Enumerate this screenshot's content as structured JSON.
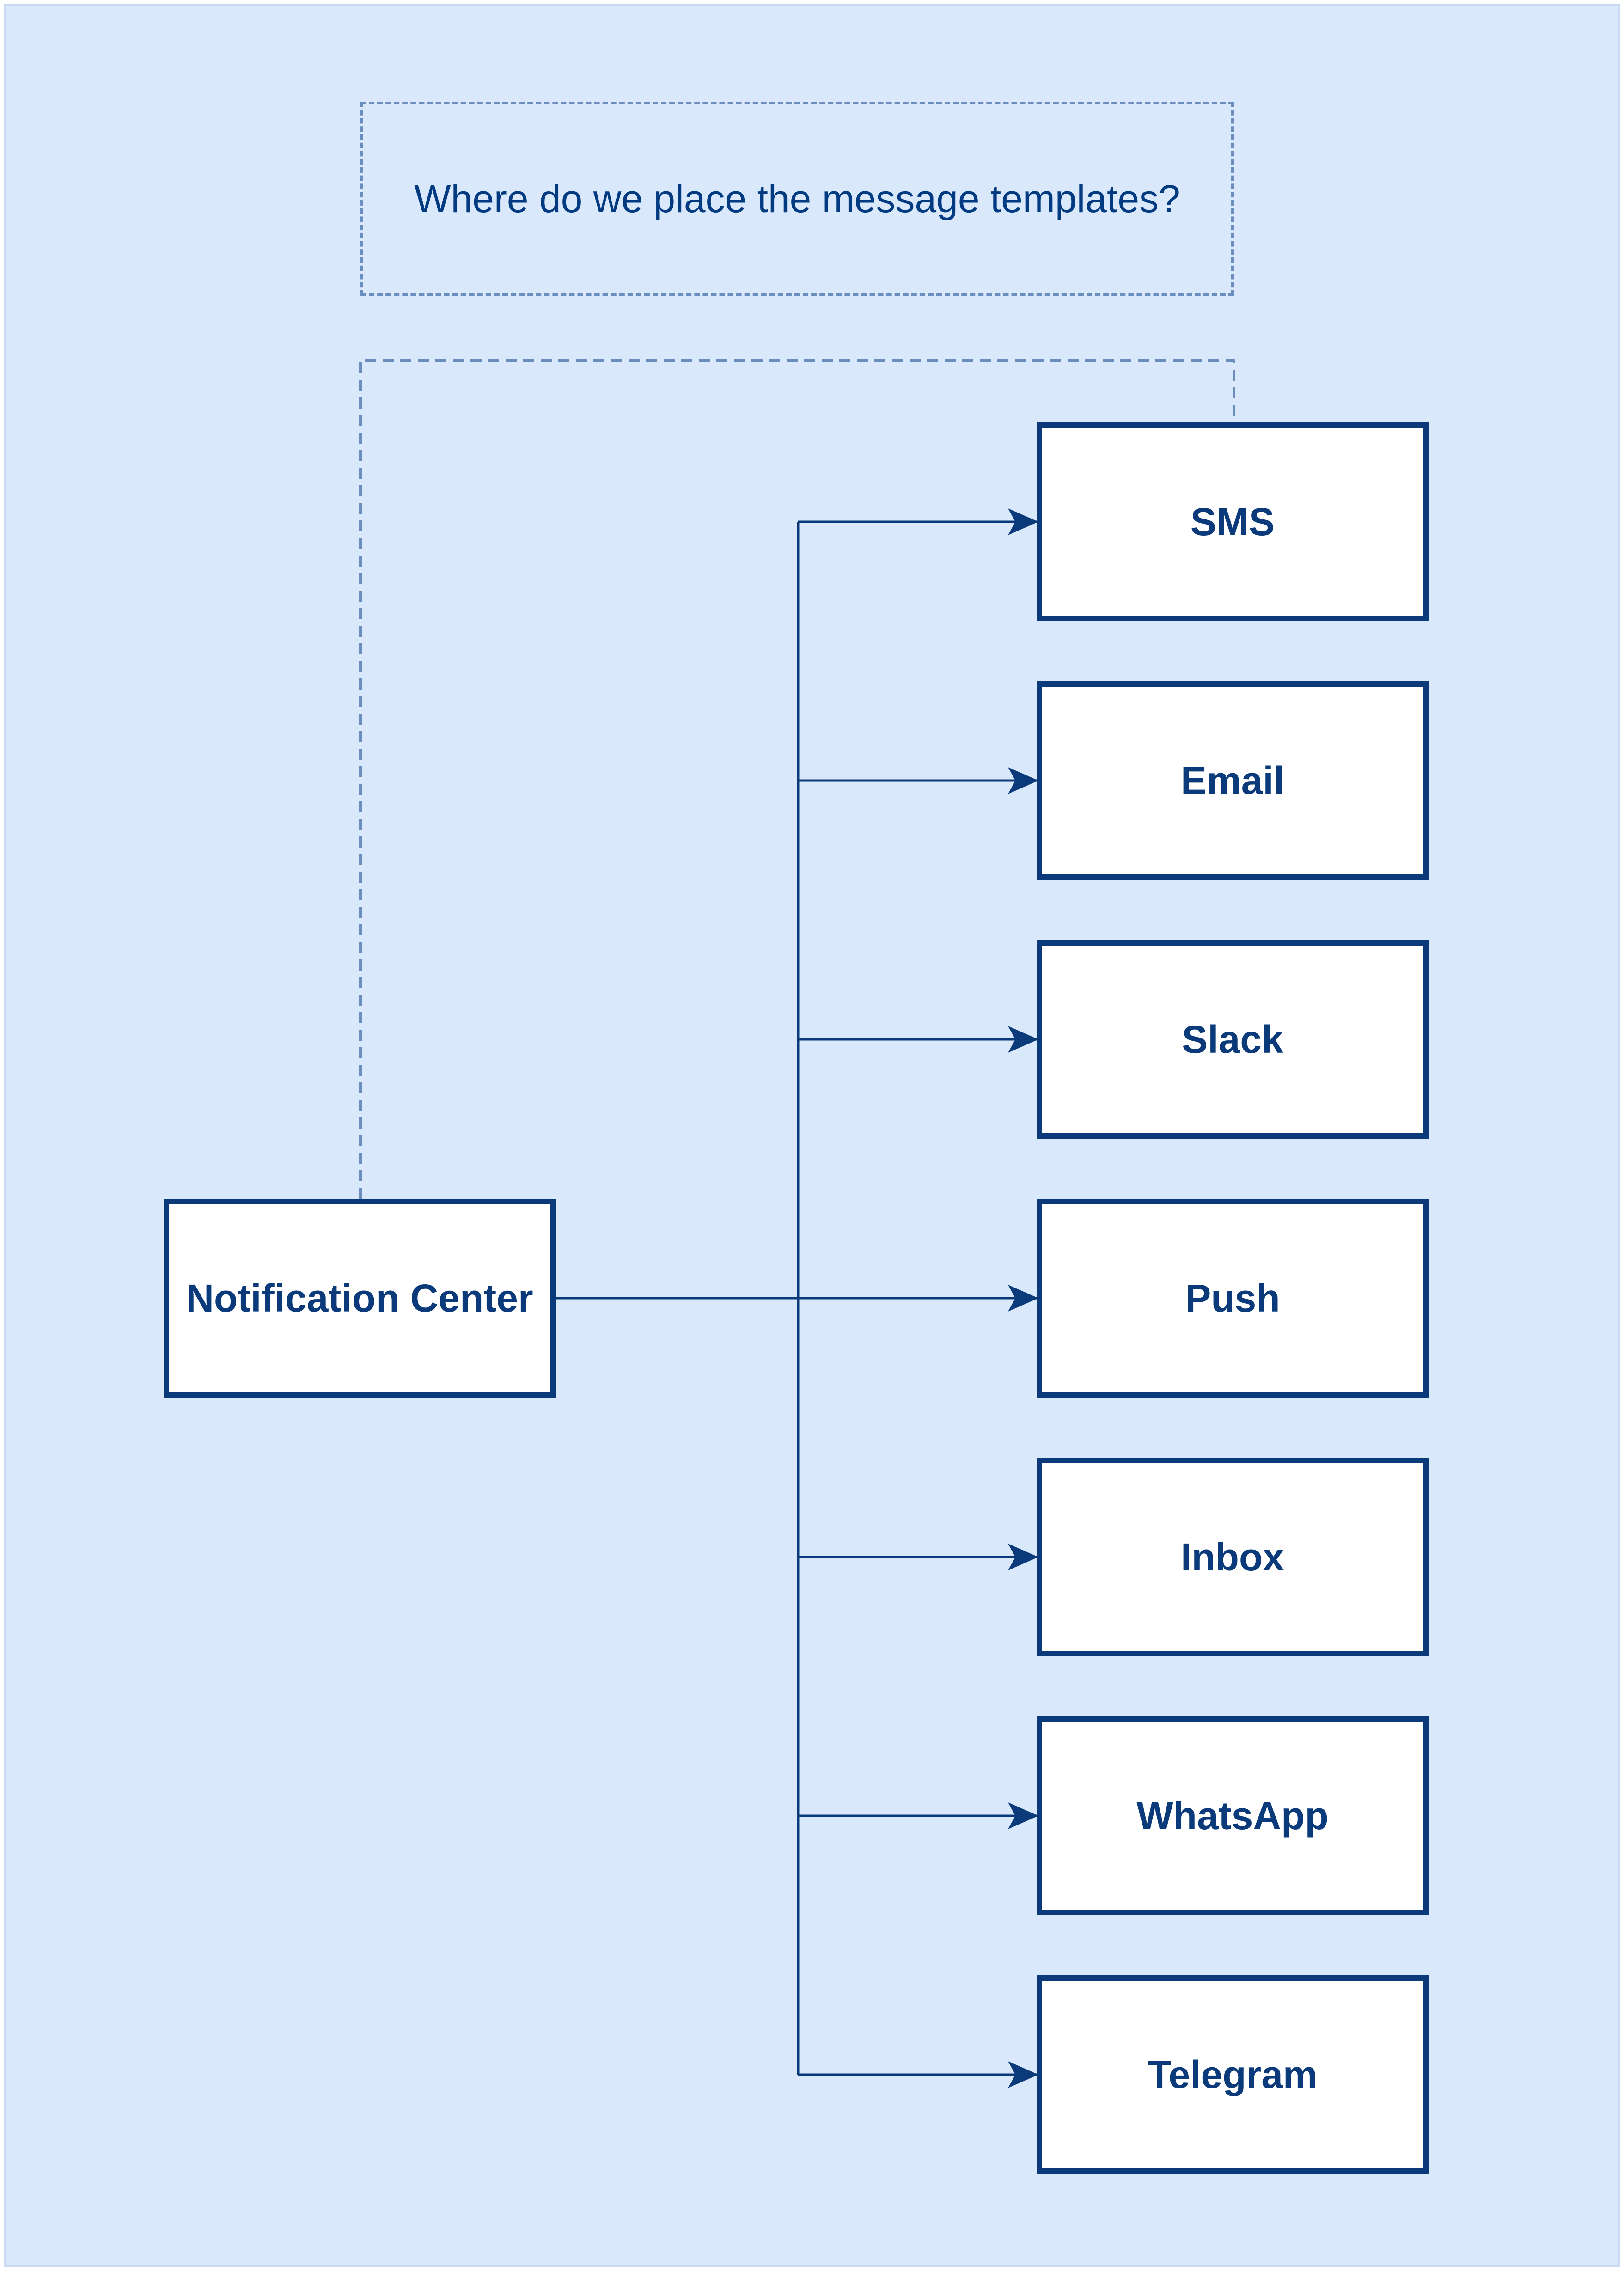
{
  "question": "Where do we place the message templates?",
  "source": {
    "label": "Notification Center"
  },
  "channels": [
    {
      "label": "SMS"
    },
    {
      "label": "Email"
    },
    {
      "label": "Slack"
    },
    {
      "label": "Push"
    },
    {
      "label": "Inbox"
    },
    {
      "label": "WhatsApp"
    },
    {
      "label": "Telegram"
    }
  ],
  "colors": {
    "background": "#dae8fc",
    "node_border": "#0a3a7a",
    "node_fill": "#ffffff",
    "dashed_border": "#6c8ebf",
    "text": "#0a3a7a"
  }
}
